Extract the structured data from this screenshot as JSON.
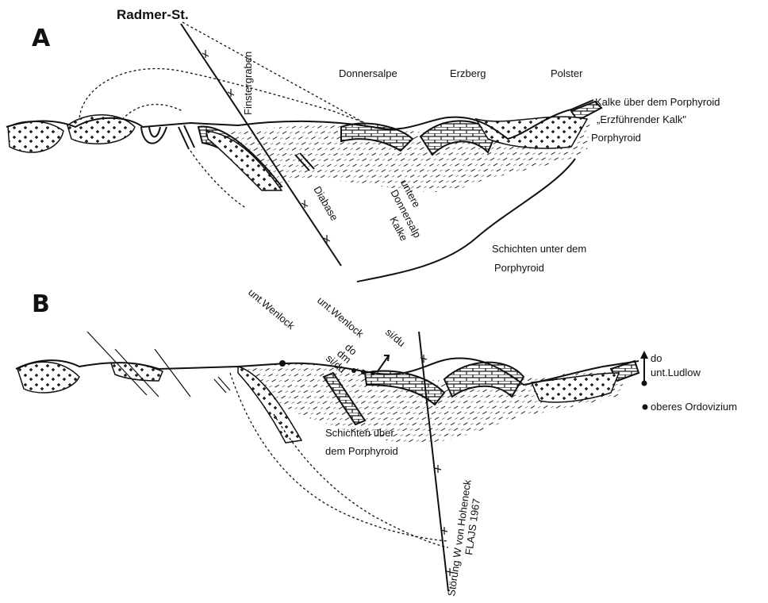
{
  "panel_a": {
    "letter": "A",
    "section_title": "Radmer-St.",
    "labels": {
      "finstergraben": "Finstergraben",
      "donnersalpe": "Donnersalpe",
      "erzberg": "Erzberg",
      "polster": "Polster",
      "kalke_ueber": "Kalke über dem Porphyroid",
      "erzfuehrender": "„Erzführender Kalk\"",
      "porphyroid": "Porphyroid",
      "diabase": "Diabase",
      "untere": "untere",
      "donnersalp": "Donnersalp",
      "kalke": "Kalke",
      "schichten_unter_1": "Schichten unter dem",
      "schichten_unter_2": "Porphyroid"
    }
  },
  "panel_b": {
    "letter": "B",
    "labels": {
      "unt_wenlock_1": "unt.Wenlock",
      "unt_wenlock_2": "unt.Wenlock",
      "do": "do",
      "dm": "dm",
      "si_du_1": "si/du",
      "si_du_2": "si/du",
      "schichten_ueber_1": "Schichten über",
      "schichten_ueber_2": "dem Porphyroid",
      "stoerung_1": "Störung W von Hoheneck",
      "stoerung_2": "FLAJS 1967"
    },
    "legend": {
      "do": "do",
      "unt_ludlow": "unt.Ludlow",
      "oberes_ordovizium": "oberes Ordovizium"
    }
  }
}
